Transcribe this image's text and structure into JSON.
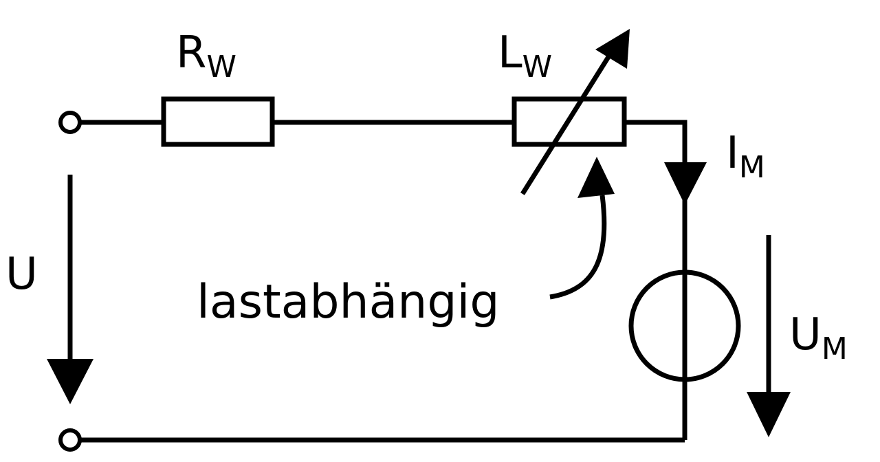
{
  "components": {
    "resistor": {
      "symbol": "R",
      "subscript": "W"
    },
    "inductor": {
      "symbol": "L",
      "subscript": "W"
    },
    "current": {
      "symbol": "I",
      "subscript": "M"
    },
    "motor_voltage": {
      "symbol": "U",
      "subscript": "M"
    },
    "supply_voltage": {
      "symbol": "U"
    }
  },
  "annotation": {
    "text": "lastabhängig"
  }
}
